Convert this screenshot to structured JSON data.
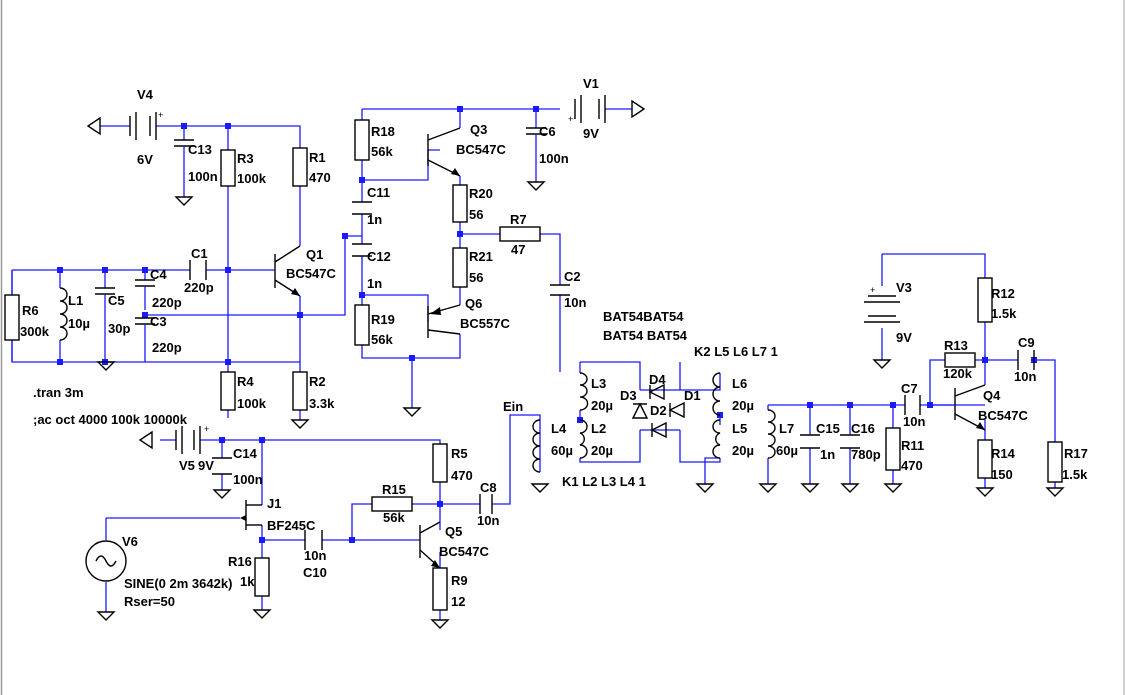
{
  "labels": {
    "v4": "V4",
    "v4_val": "6V",
    "c13": "C13",
    "c13_val": "100n",
    "r3": "R3",
    "r3_val": "100k",
    "r1": "R1",
    "r1_val": "470",
    "q1": "Q1",
    "q1_val": "BC547C",
    "c1": "C1",
    "c1_val": "220p",
    "c4": "C4",
    "c4_val": "220p",
    "c3": "C3",
    "c3_val": "220p",
    "r6": "R6",
    "r6_val": "300k",
    "l1": "L1",
    "l1_val": "10µ",
    "c5": "C5",
    "c5_val": "30p",
    "r4": "R4",
    "r4_val": "100k",
    "r2": "R2",
    "r2_val": "3.3k",
    "r18": "R18",
    "r18_val": "56k",
    "q3": "Q3",
    "q3_val": "BC547C",
    "c11": "C11",
    "c11_val": "1n",
    "c12": "C12",
    "c12_val": "1n",
    "r19": "R19",
    "r19_val": "56k",
    "r20": "R20",
    "r20_val": "56",
    "r21": "R21",
    "r21_val": "56",
    "q6": "Q6",
    "q6_val": "BC557C",
    "r7": "R7",
    "r7_val": "47",
    "v1": "V1",
    "v1_val": "9V",
    "c6": "C6",
    "c6_val": "100n",
    "c2": "C2",
    "c2_val": "10n",
    "diode_models_1": "BAT54BAT54",
    "diode_models_2": "BAT54 BAT54",
    "k2": "K2 L5 L6 L7 1",
    "l3": "L3",
    "l3_val": "20µ",
    "l2": "L2",
    "l2_val": "20µ",
    "l4": "L4",
    "l4_val": "60µ",
    "d3": "D3",
    "d4": "D4",
    "d1": "D1",
    "d2": "D2",
    "l6": "L6",
    "l6_val": "20µ",
    "l5": "L5",
    "l5_val": "20µ",
    "l7": "L7",
    "l7_val": "60µ",
    "k1": "K1 L2 L3 L4 1",
    "ein": "Ein",
    "c15": "C15",
    "c15_val": "1n",
    "c16": "C16",
    "c16_val": "780p",
    "r11": "R11",
    "r11_val": "470",
    "c7": "C7",
    "c7_val": "10n",
    "v3": "V3",
    "v3_val": "9V",
    "r12": "R12",
    "r12_val": "1.5k",
    "r13": "R13",
    "r13_val": "120k",
    "c9": "C9",
    "c9_val": "10n",
    "q4": "Q4",
    "q4_val": "BC547C",
    "r14": "R14",
    "r14_val": "150",
    "r17": "R17",
    "r17_val": "1.5k",
    "v5": "V5",
    "v5_val": "9V",
    "c14": "C14",
    "c14_val": "100n",
    "j1": "J1",
    "j1_val": "BF245C",
    "r16": "R16",
    "r16_val": "1k",
    "c10": "C10",
    "c10_val": "10n",
    "v6": "V6",
    "v6_val1": "SINE(0 2m 3642k)",
    "v6_val2": "Rser=50",
    "r5": "R5",
    "r5_val": "470",
    "r15": "R15",
    "r15_val": "56k",
    "c8": "C8",
    "c8_val": "10n",
    "q5": "Q5",
    "q5_val": "BC547C",
    "r9": "R9",
    "r9_val": "12"
  },
  "directives": {
    "tran": ".tran 3m",
    "ac": ";ac oct 4000 100k 10000k"
  },
  "colors": {
    "wire": "#1a1aff",
    "component": "#000000",
    "background": "#ffffff"
  }
}
